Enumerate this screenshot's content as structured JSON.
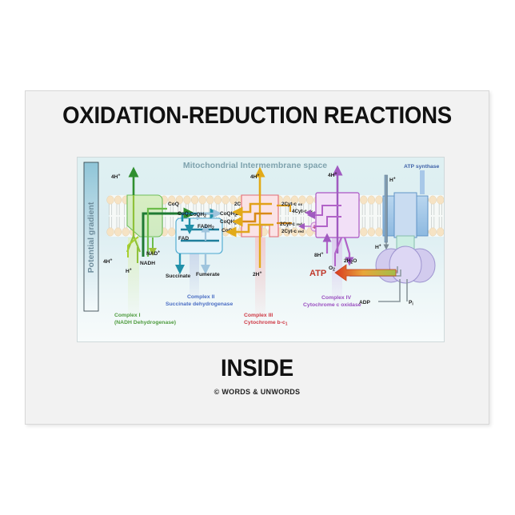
{
  "card": {
    "title": "OXIDATION-REDUCTION REACTIONS",
    "inside_word": "INSIDE",
    "copyright": "© WORDS & UNWORDS",
    "background_color": "#f2f2f2",
    "page_background": "#ffffff"
  },
  "diagram": {
    "panel_background": "#ddeef2",
    "space_label": "Mitochondrial Intermembrane space",
    "gradient_bar_label": "Potential gradient",
    "atp_synthase_label": "ATP synthase",
    "atp_label": "ATP",
    "adp_label": "ADP",
    "pi_label": "Pi",
    "complexes": [
      {
        "id": "complex-1",
        "name": "Complex I",
        "subtitle": "(NADH Dehydrogenase)",
        "color": "#3a9a3a",
        "proton_out": "4H",
        "proton_in": "4H",
        "inputs": [
          "NADH",
          "H"
        ],
        "outputs": [
          "NAD"
        ],
        "carrier_out": "CoQ"
      },
      {
        "id": "complex-2",
        "name": "Complex II",
        "subtitle": "Succinate dehydrogenase",
        "color": "#2a8fb0",
        "inputs": [
          "Succinate",
          "FAD"
        ],
        "outputs": [
          "Fumerate",
          "FADH2"
        ],
        "carrier_in": "CoQ",
        "carrier_out": "CoQH2"
      },
      {
        "id": "complex-3",
        "name": "Complex III",
        "subtitle": "Cytochrome b-c1",
        "color": "#d94b4b",
        "proton_out": "4H",
        "proton_in": "2H",
        "carriers": [
          "2CoQ",
          "2CoQH2",
          "CoQH2",
          "CoQ"
        ],
        "cyt_out": [
          "2Cyt-c ox",
          "2Cyt-c red"
        ]
      },
      {
        "id": "complex-4",
        "name": "Complex IV",
        "subtitle": "Cytochrome c oxidase",
        "color": "#a24bb5",
        "proton_out": "4H",
        "proton_in": "8H",
        "inputs": [
          "O2",
          "4Cyt-c red"
        ],
        "outputs": [
          "2H2O",
          "4Cyt-c ox"
        ]
      }
    ],
    "membrane_labels": {
      "coq_1": "CoQ",
      "coqh2_1": "CoQH2",
      "coq_2": "CoQ",
      "coqh2_2": "CoQH2",
      "coqh2_3": "CoQH2",
      "coq_3": "CoQ",
      "twocoq": "2CoQ",
      "twocoqh2": "2CoQH2",
      "cyt_ox_2": "2Cyt-c ox",
      "cyt_ox_4": "4Cyt-c ox",
      "cyt_red_2a": "2Cyt-c red",
      "cyt_red_2b": "2Cyt-c red",
      "cyt_red_4": "4Cyt-c red"
    },
    "proton_labels": {
      "c1_top": "4H",
      "c1_bottom": "4H",
      "c1_h": "H",
      "c3_top": "4H",
      "c3_bottom": "2H",
      "c4_top": "4H",
      "c4_bottom": "8H",
      "atp_top": "H",
      "atp_bottom": "H"
    },
    "small_molecules": {
      "nad": "NAD",
      "nadh": "NADH",
      "fad": "FAD",
      "fadh2": "FADH2",
      "succinate": "Succinate",
      "fumerate": "Fumerate",
      "o2": "O2",
      "water": "2H2O"
    }
  }
}
